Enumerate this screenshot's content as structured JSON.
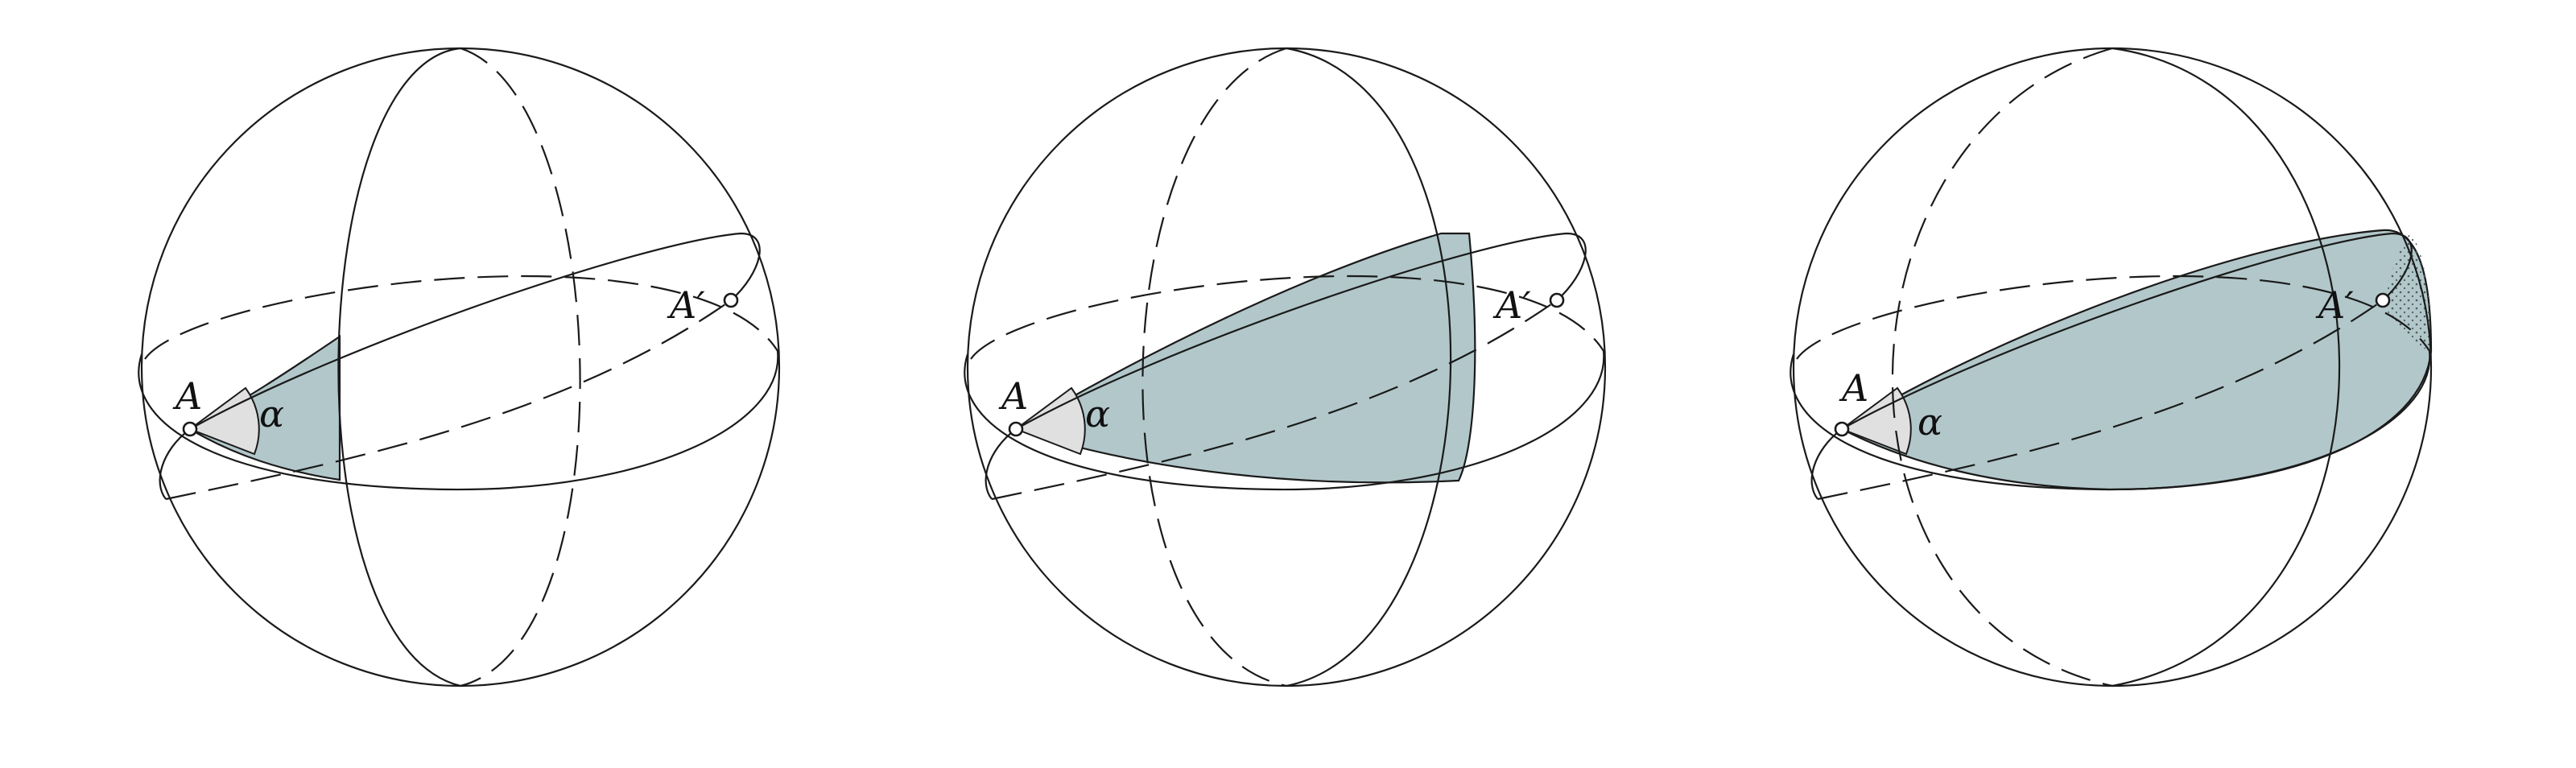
{
  "colors": {
    "lune_fill": "#b2c7ca",
    "angle_fill": "#e0e0e0",
    "line": "#1a1a1a",
    "background": "#ffffff"
  },
  "panels": [
    {
      "point_a_label": "A",
      "point_a_prime_label": "A′",
      "angle_label": "α"
    },
    {
      "point_a_label": "A",
      "point_a_prime_label": "A′",
      "angle_label": "α"
    },
    {
      "point_a_label": "A",
      "point_a_prime_label": "A′",
      "angle_label": "α"
    }
  ]
}
